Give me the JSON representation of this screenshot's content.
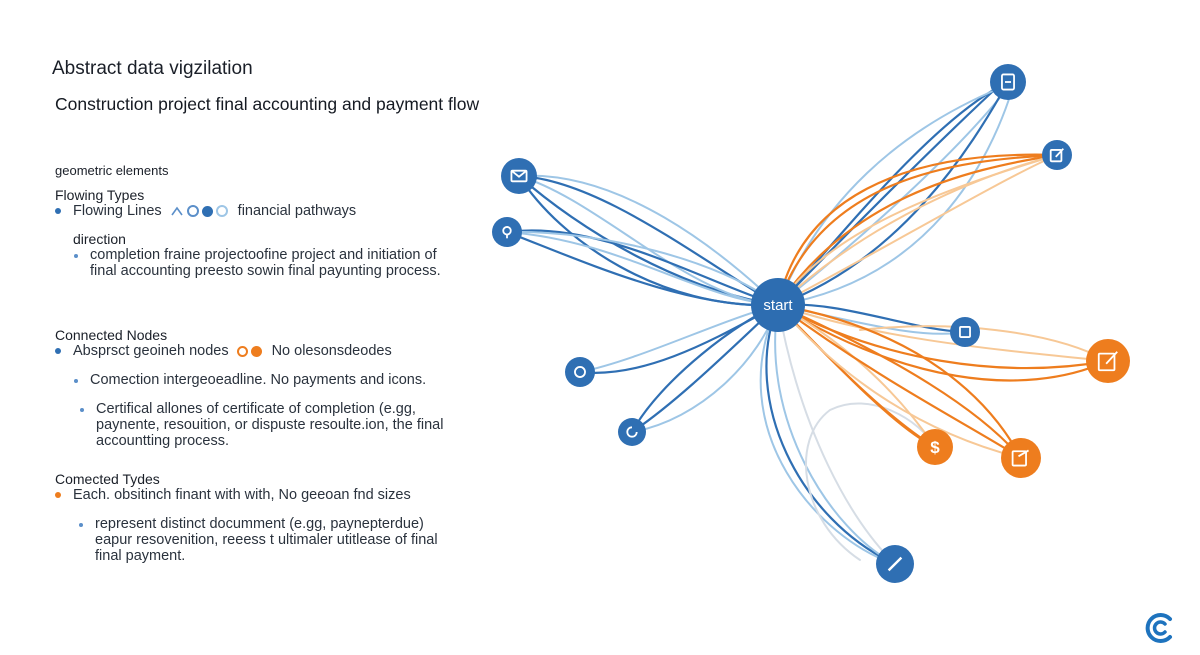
{
  "title": "Abstract data vigzilation",
  "subtitle": "Construction project final accounting and payment flow",
  "legend": {
    "section_label": "geometric elements",
    "flowing": {
      "heading": "Flowing Types",
      "bullet_label": "Flowing Lines",
      "bullet_suffix": "financial pathways",
      "direction_heading": "direction",
      "direction_text": "completion fraine projectoofine project and initiation of\nfinal accounting preesto sowin final payunting process."
    },
    "nodes": {
      "heading": "Connected Nodes",
      "bullet_label": "Absprsct geoineh nodes",
      "bullet_suffix": "No olesonsdeodes",
      "sub1": "Comection intergeoeadline. No payments and icons.",
      "sub2": "Certifical allones of certificate of completion (e.gg,\npaynente, resouition, or dispuste resoulte.ion, the final\naccountting process."
    },
    "types": {
      "heading": "Comected Tydes",
      "bullet_label": "Each. obsitinch finant with with, No geeoan fnd sizes",
      "sub1": "represent distinct documment (e.gg, paynepterdue)\neapur resovenition, reeess t ultimaler utitlease of final\nfinal payment."
    }
  },
  "diagram": {
    "center_label": "start",
    "colors": {
      "blue": "#2f6fb3",
      "light_blue": "#9ec6e6",
      "orange": "#ee7d1e",
      "light_orange": "#f7c896",
      "gray": "#d6dde5"
    },
    "nodes": [
      {
        "name": "document-node",
        "icon": "document-icon",
        "color": "blue"
      },
      {
        "name": "edit-node",
        "icon": "edit-icon",
        "color": "blue"
      },
      {
        "name": "mail-node",
        "icon": "mail-icon",
        "color": "blue"
      },
      {
        "name": "location-node",
        "icon": "location-pin-icon",
        "color": "blue"
      },
      {
        "name": "square-node",
        "icon": "square-icon",
        "color": "blue"
      },
      {
        "name": "circle-node",
        "icon": "circle-icon",
        "color": "blue"
      },
      {
        "name": "refresh-node",
        "icon": "refresh-icon",
        "color": "blue"
      },
      {
        "name": "pen-node",
        "icon": "pen-icon",
        "color": "blue"
      },
      {
        "name": "edit-orange-node",
        "icon": "edit-icon",
        "color": "orange"
      },
      {
        "name": "dollar-node",
        "icon": "dollar-icon",
        "color": "orange",
        "glyph": "$"
      },
      {
        "name": "exit-node",
        "icon": "exit-icon",
        "color": "orange"
      }
    ]
  },
  "logo": {
    "icon": "brand-c-icon",
    "color": "#1e73be"
  }
}
